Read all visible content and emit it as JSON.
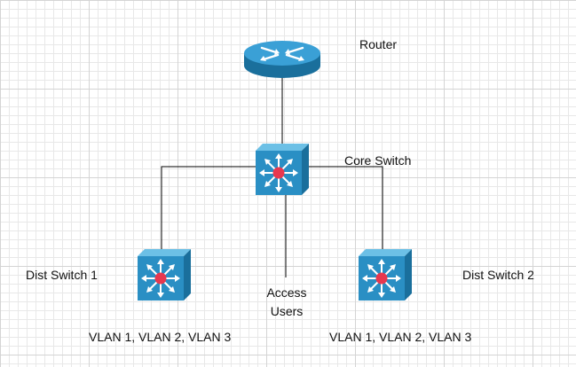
{
  "diagram": {
    "nodes": {
      "router": {
        "label": "Router",
        "icon": "router-icon"
      },
      "core_switch": {
        "label": "Core Switch",
        "icon": "multilayer-switch-icon"
      },
      "dist_switch_1": {
        "label": "Dist Switch 1",
        "icon": "multilayer-switch-icon",
        "vlans": "VLAN 1, VLAN 2, VLAN 3"
      },
      "dist_switch_2": {
        "label": "Dist Switch 2",
        "icon": "multilayer-switch-icon",
        "vlans": "VLAN 1, VLAN 2, VLAN 3"
      },
      "access_users": {
        "line1": "Access",
        "line2": "Users"
      }
    },
    "links": [
      {
        "from": "Router",
        "to": "Core Switch"
      },
      {
        "from": "Core Switch",
        "to": "Dist Switch 1"
      },
      {
        "from": "Core Switch",
        "to": "Dist Switch 2"
      },
      {
        "from": "Core Switch",
        "to": "Access Users"
      }
    ],
    "colors": {
      "device_blue": "#2a8fc4",
      "device_dark": "#1a6f9c",
      "device_light": "#6cc0e6",
      "center_dot": "#e8384f",
      "link": "#000000",
      "grid": "#d4d4d4"
    }
  }
}
